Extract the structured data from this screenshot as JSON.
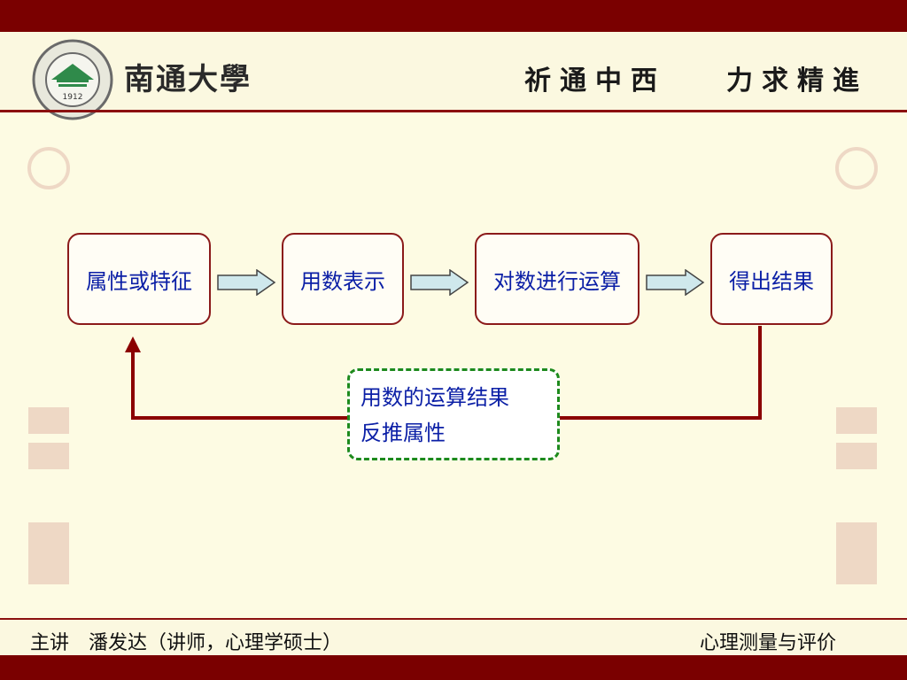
{
  "header": {
    "logo_year": "1912",
    "university_name": "南通大學",
    "motto_left": "祈通中西",
    "motto_right": "力求精進"
  },
  "diagram": {
    "nodes": [
      {
        "id": "attribute",
        "label": "属性或特征"
      },
      {
        "id": "represent",
        "label": "用数表示"
      },
      {
        "id": "compute",
        "label": "对数进行运算"
      },
      {
        "id": "result",
        "label": "得出结果"
      }
    ],
    "feedback_note": {
      "line1": "用数的运算结果",
      "line2": "反推属性"
    }
  },
  "footer": {
    "lecturer": "主讲　潘发达（讲师，心理学硕士）",
    "course": "心理测量与评价"
  },
  "colors": {
    "bar": "#7a0000",
    "box_border": "#8b1a1a",
    "text_blue": "#0b1fa6",
    "note_border": "#1d8a1d",
    "arrow_fill": "#cfe8ec"
  }
}
